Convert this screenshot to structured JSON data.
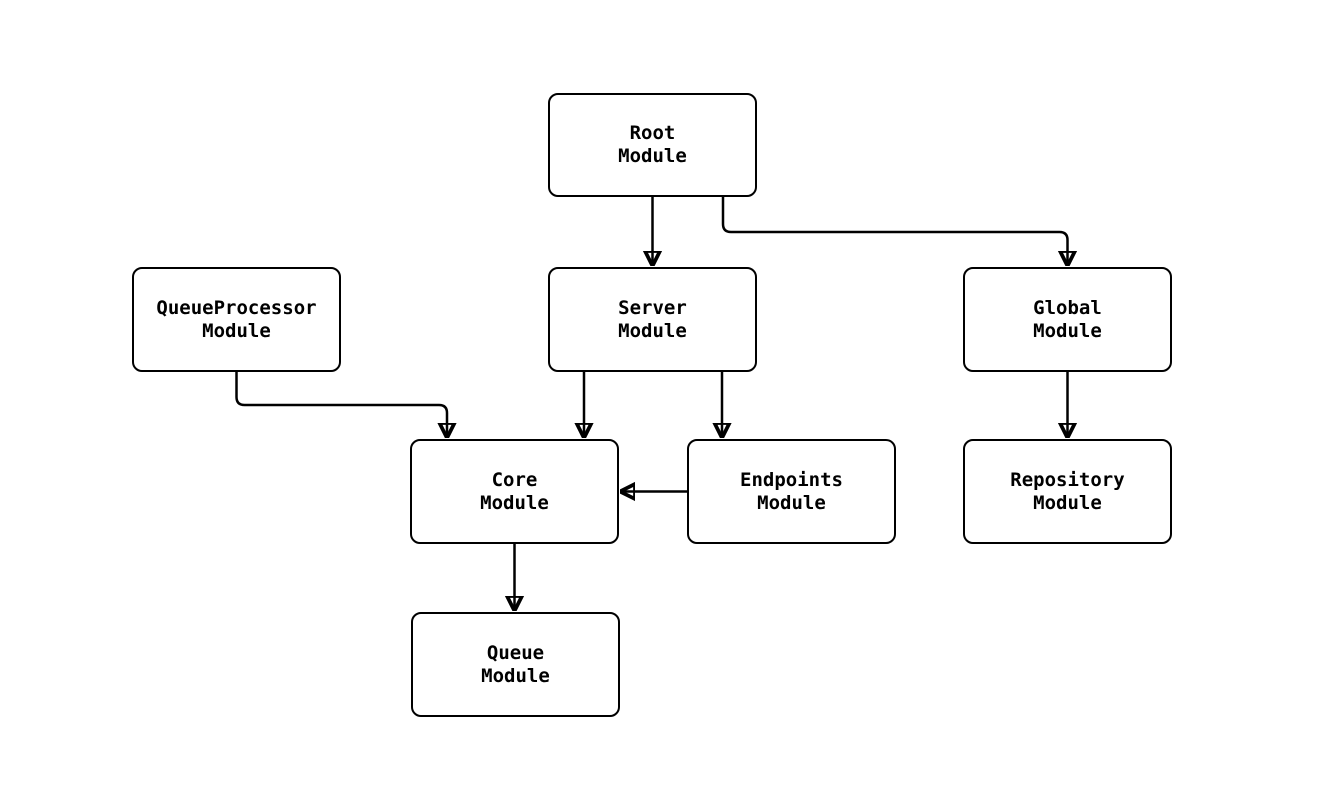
{
  "diagram": {
    "type": "flowchart",
    "direction": "top-down",
    "colors": {
      "background": "#ffffff",
      "node_fill": "#ffffff",
      "node_border": "#000000",
      "edge": "#000000",
      "text": "#000000"
    },
    "nodes": [
      {
        "id": "RootModule",
        "lines": [
          "Root",
          "Module"
        ]
      },
      {
        "id": "QueueProcessorModule",
        "lines": [
          "QueueProcessor",
          "Module"
        ]
      },
      {
        "id": "ServerModule",
        "lines": [
          "Server",
          "Module"
        ]
      },
      {
        "id": "GlobalModule",
        "lines": [
          "Global",
          "Module"
        ]
      },
      {
        "id": "CoreModule",
        "lines": [
          "Core",
          "Module"
        ]
      },
      {
        "id": "EndpointsModule",
        "lines": [
          "Endpoints",
          "Module"
        ]
      },
      {
        "id": "RepositoryModule",
        "lines": [
          "Repository",
          "Module"
        ]
      },
      {
        "id": "QueueModule",
        "lines": [
          "Queue",
          "Module"
        ]
      }
    ],
    "edges": [
      {
        "from": "RootModule",
        "to": "ServerModule",
        "arrow": true
      },
      {
        "from": "RootModule",
        "to": "GlobalModule",
        "arrow": true
      },
      {
        "from": "QueueProcessorModule",
        "to": "CoreModule",
        "arrow": true
      },
      {
        "from": "ServerModule",
        "to": "CoreModule",
        "arrow": true
      },
      {
        "from": "ServerModule",
        "to": "EndpointsModule",
        "arrow": true
      },
      {
        "from": "EndpointsModule",
        "to": "CoreModule",
        "arrow": true
      },
      {
        "from": "GlobalModule",
        "to": "RepositoryModule",
        "arrow": true
      },
      {
        "from": "CoreModule",
        "to": "QueueModule",
        "arrow": true
      }
    ]
  }
}
